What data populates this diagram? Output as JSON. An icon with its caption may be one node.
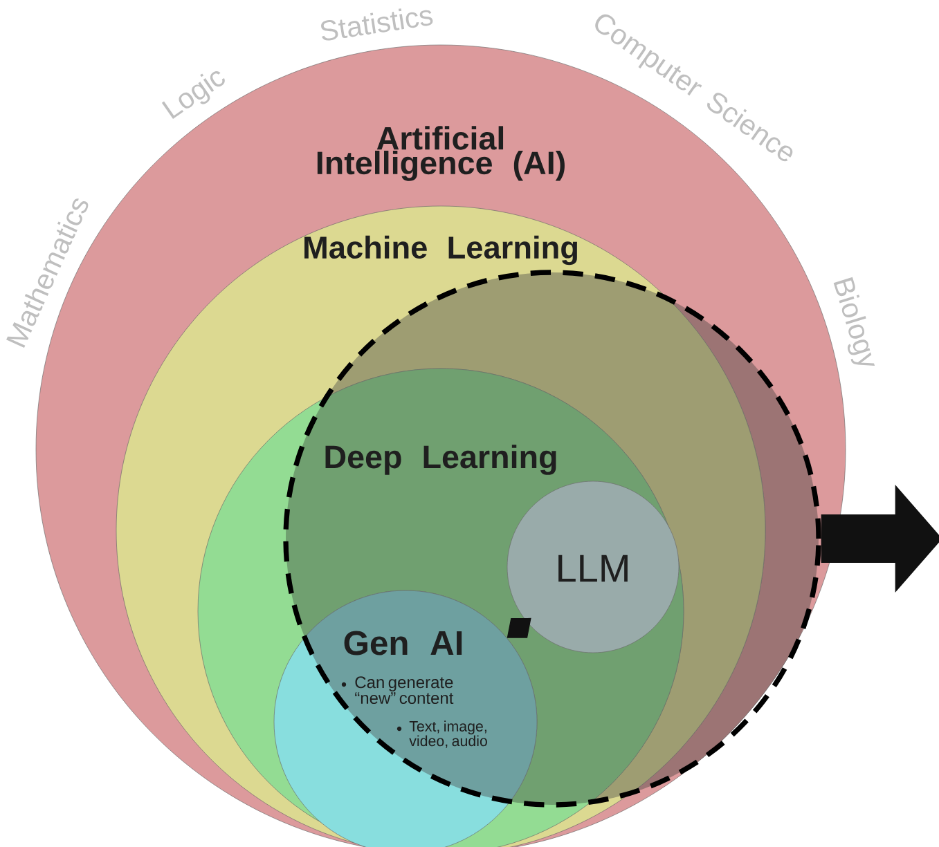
{
  "diagram": {
    "nodes": [
      {
        "text": [
          "Artificial Intelligence (AI)"
        ]
      },
      {
        "text": [
          "Machine Learning"
        ],
        "in": 0
      },
      {
        "text": [],
        "shape": "circle",
        "in": 0
      },
      {
        "text": [
          "Deep Learning"
        ],
        "in": 1
      },
      {
        "text": [
          "LLM"
        ]
      },
      {
        "text": [
          "Gen AI",
          "Can generate “new” content",
          "Text, image, video, audio"
        ],
        "in": 3
      }
    ],
    "edges": [
      {
        "from": 4,
        "to": 5,
        "arrow": "other"
      },
      {
        "from": 2,
        "to": null,
        "arrow": "to",
        "style": "thick"
      }
    ],
    "labels": [
      "Mathematics",
      "Logic",
      "Statistics",
      "Computer Science",
      "Biology"
    ]
  }
}
